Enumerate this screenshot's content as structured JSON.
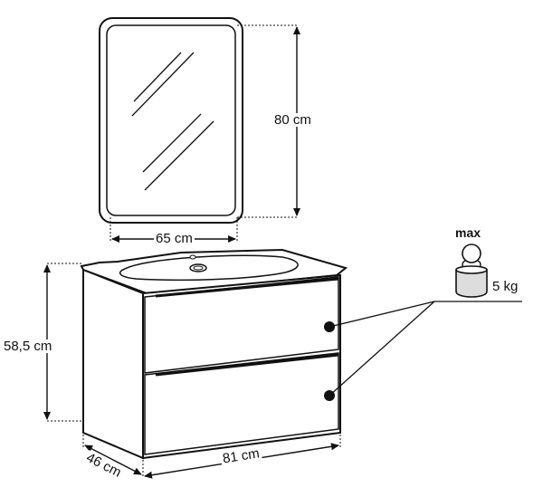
{
  "dimensions": {
    "mirror_height": "80 cm",
    "mirror_width": "65 cm",
    "cabinet_height": "58,5 cm",
    "cabinet_depth": "46 cm",
    "cabinet_width": "81 cm"
  },
  "load": {
    "max_label": "max",
    "weight": "5 kg"
  }
}
